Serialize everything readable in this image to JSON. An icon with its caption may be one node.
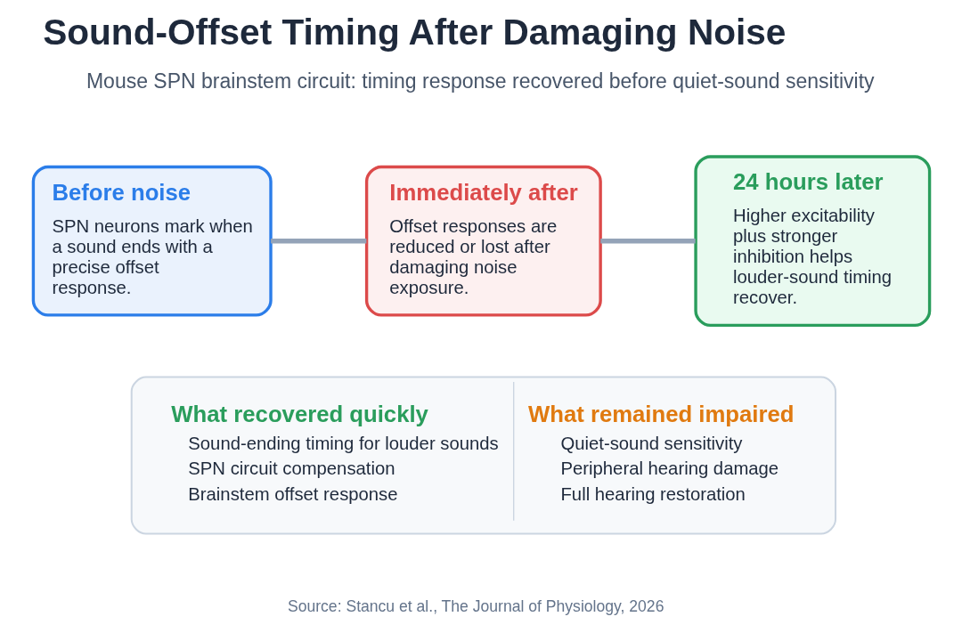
{
  "diagram": {
    "title": "Sound-Offset Timing After Damaging Noise",
    "nodes": [
      {
        "text": [
          "Before noise",
          "SPN neurons mark when a sound ends with a precise offset response."
        ]
      },
      {
        "text": [
          "Immediately after",
          "Offset responses are reduced or lost after damaging noise exposure."
        ]
      },
      {
        "text": [
          "24 hours later",
          "Higher excitability plus stronger inhibition helps louder-sound timing recover."
        ]
      },
      {
        "text": [
          "What recovered quickly",
          "Sound-ending timing for louder sounds",
          "SPN circuit compensation",
          "Brainstem offset response",
          "What remained impaired",
          "Quiet-sound sensitivity",
          "Peripheral hearing damage",
          "Full hearing restoration"
        ]
      }
    ],
    "edges": [
      {
        "from": 0,
        "to": 1,
        "arrow": "none"
      },
      {
        "from": 1,
        "to": 2,
        "arrow": "none"
      }
    ],
    "labels": [
      "Mouse SPN brainstem circuit: timing response recovered before quiet-sound sensitivity",
      "Source: Stancu et al., The Journal of Physiology, 2026"
    ]
  }
}
